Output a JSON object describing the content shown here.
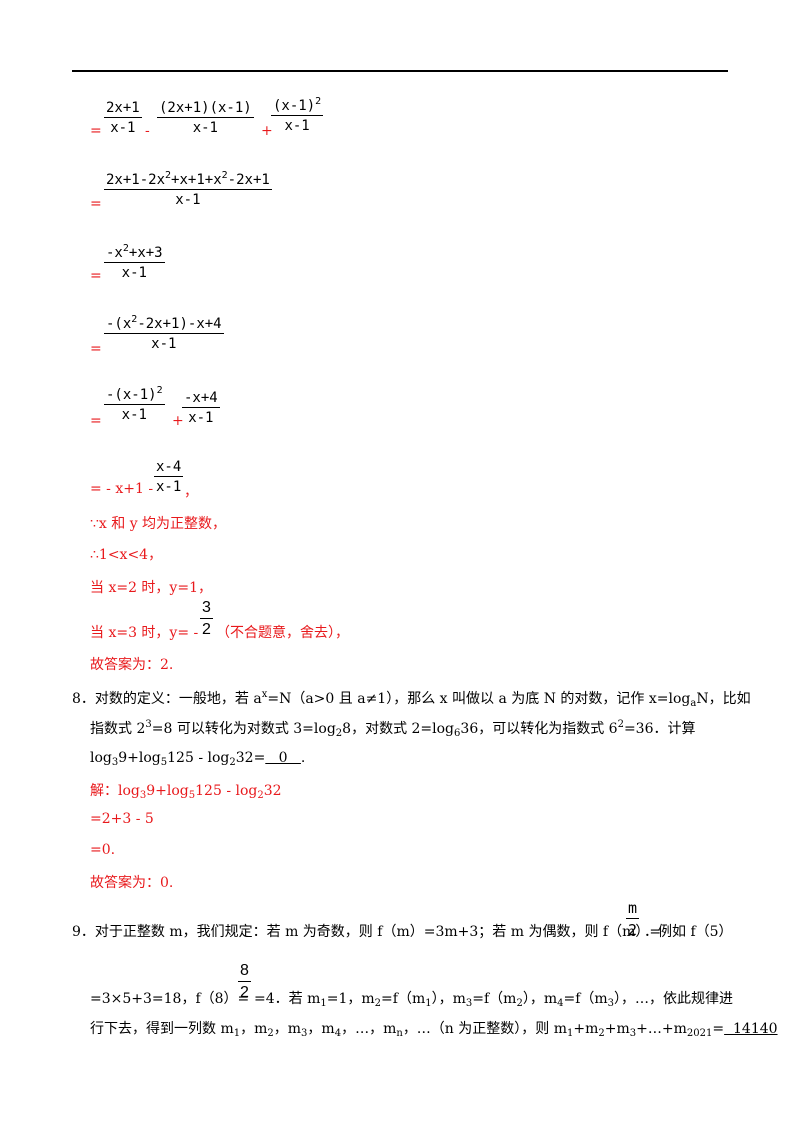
{
  "steps": {
    "s1": {
      "eq": "=",
      "f1_num": "2x+1",
      "f1_den": "x-1",
      "minus": "-",
      "f2_num": "(2x+1)(x-1)",
      "f2_den": "x-1",
      "plus": "+",
      "f3_num": "(x-1)",
      "f3_sup": "2",
      "f3_den": "x-1"
    },
    "s2": {
      "eq": "=",
      "num_a": "2x+1-2x",
      "sup1": "2",
      "num_b": "+x+1+x",
      "sup2": "2",
      "num_c": "-2x+1",
      "den": "x-1"
    },
    "s3": {
      "eq": "=",
      "num_a": "-x",
      "sup": "2",
      "num_b": "+x+3",
      "den": "x-1"
    },
    "s4": {
      "eq": "=",
      "num_a": "-(x",
      "sup": "2",
      "num_b": "-2x+1)-x+4",
      "den": "x-1"
    },
    "s5": {
      "eq": "=",
      "f1_num_a": "-(x-1)",
      "f1_sup": "2",
      "f1_den": "x-1",
      "plus": "+",
      "f2_num": "-x+4",
      "f2_den": "x-1"
    },
    "s6": {
      "prefix": "= - x+1 -",
      "num": "x-4",
      "den": "x-1",
      "suffix": "，"
    }
  },
  "lines": {
    "because": "∵x 和 y 均为正整数，",
    "therefore": "∴1<x<4，",
    "case1": "当 x=2 时，y=1，",
    "case2_a": "当 x=3 时，y= -",
    "case2_num": "3",
    "case2_den": "2",
    "case2_b": "（不合题意，舍去），",
    "answer7": "故答案为：2."
  },
  "q8": {
    "line1_a": "8．对数的定义：一般地，若 a",
    "line1_sup": "x",
    "line1_b": "=N（a>0 且 a≠1），那么 x 叫做以 a 为底 N 的对数，记作 x=log",
    "line1_sub": "a",
    "line1_c": "N，比如",
    "line2_a": "指数式 2",
    "line2_sup1": "3",
    "line2_b": "=8 可以转化为对数式 3=log",
    "line2_sub1": "2",
    "line2_c": "8，对数式 2=log",
    "line2_sub2": "6",
    "line2_d": "36，可以转化为指数式 6",
    "line2_sup2": "2",
    "line2_e": "=36．计算",
    "line3_a": "log",
    "line3_sub1": "3",
    "line3_b": "9+log",
    "line3_sub2": "5",
    "line3_c": "125 - log",
    "line3_sub3": "2",
    "line3_d": "32=",
    "line3_blank": "   0   ",
    "line3_e": ".",
    "sol1_a": "解：log",
    "sol1_sub1": "3",
    "sol1_b": "9+log",
    "sol1_sub2": "5",
    "sol1_c": "125 - log",
    "sol1_sub3": "2",
    "sol1_d": "32",
    "sol2": "=2+3 - 5",
    "sol3": "=0.",
    "answer": "故答案为：0."
  },
  "q9": {
    "line1_a": "9．对于正整数 m，我们规定：若 m 为奇数，则 f（m）=3m+3；若 m 为偶数，则 f（m）=",
    "line1_num": "m",
    "line1_den": "2",
    "line1_b": "．例如 f（5）",
    "line2_a": "=3×5+3=18，f（8）=",
    "line2_num": "8",
    "line2_den": "2",
    "line2_b": "=4．若 m",
    "line2_sub1": "1",
    "line2_c": "=1，m",
    "line2_sub2": "2",
    "line2_d": "=f（m",
    "line2_sub3": "1",
    "line2_e": "），m",
    "line2_sub4": "3",
    "line2_f": "=f（m",
    "line2_sub5": "2",
    "line2_g": "），m",
    "line2_sub6": "4",
    "line2_h": "=f（m",
    "line2_sub7": "3",
    "line2_i": "），…，依此规律进",
    "line3_a": "行下去，得到一列数 m",
    "line3_sub1": "1",
    "line3_b": "，m",
    "line3_sub2": "2",
    "line3_c": "，m",
    "line3_sub3": "3",
    "line3_d": "，m",
    "line3_sub4": "4",
    "line3_e": "，…，m",
    "line3_sub5": "n",
    "line3_f": "，…（n 为正整数），则 m",
    "line3_sub6": "1",
    "line3_g": "+m",
    "line3_sub7": "2",
    "line3_h": "+m",
    "line3_sub8": "3",
    "line3_i": "+…+m",
    "line3_sub9": "2021",
    "line3_j": "=",
    "line3_blank": "  14140"
  },
  "colors": {
    "solution": "#e8191c",
    "text": "#000000"
  }
}
